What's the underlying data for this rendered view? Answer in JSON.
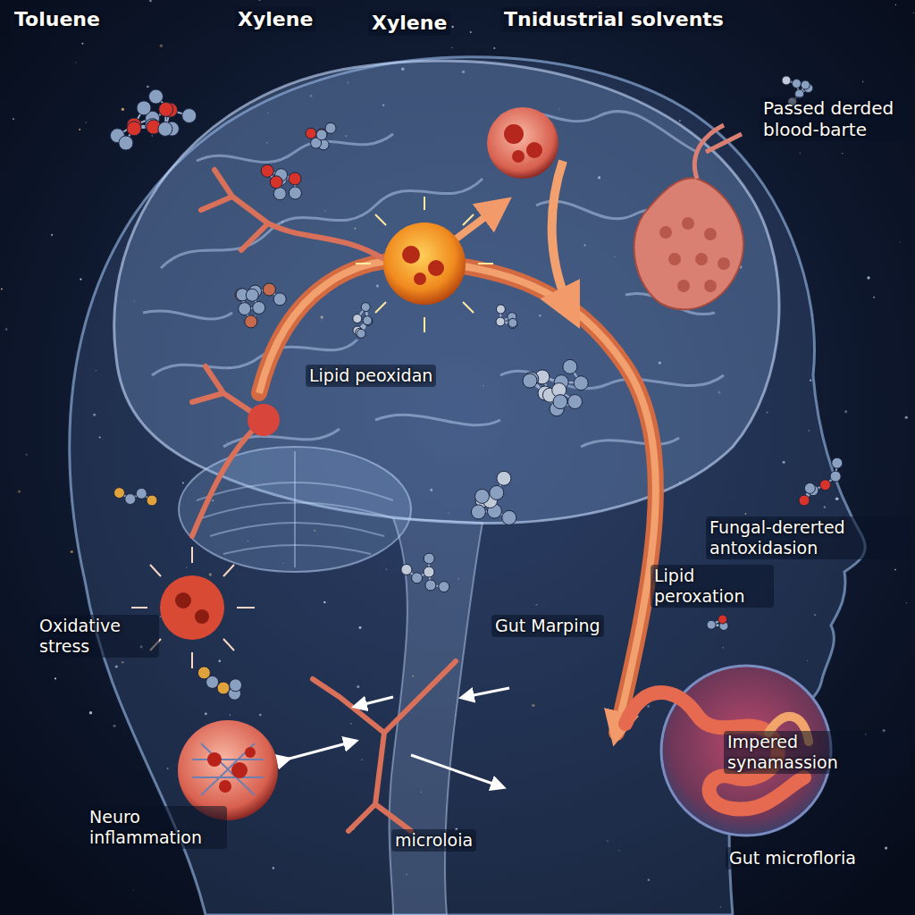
{
  "diagram": {
    "labels": [
      "Toluene",
      "Xylene",
      "Xylene",
      "Tnidustrial solvents",
      "Passed derded blood-barte",
      "Lipid peoxidan",
      "Fungal-dererted antoxidasion",
      "Lipid peroxation",
      "Oxidative stress",
      "Gut Marping",
      "Impered synamassion",
      "Neuro inflammation",
      "microloia",
      "Gut microfloria"
    ]
  }
}
